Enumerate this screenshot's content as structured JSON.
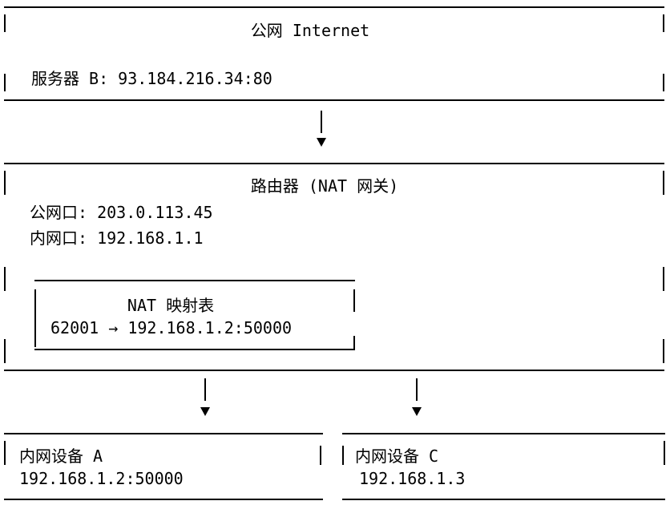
{
  "internet": {
    "title": "公网 Internet",
    "server": "服务器 B: 93.184.216.34:80"
  },
  "router": {
    "title": "路由器 (NAT 网关)",
    "wan": "公网口: 203.0.113.45",
    "lan": "内网口: 192.168.1.1",
    "nat_table": {
      "title": "NAT 映射表",
      "entry": "62001 → 192.168.1.2:50000"
    }
  },
  "device_a": {
    "title": "内网设备 A",
    "address": "192.168.1.2:50000"
  },
  "device_c": {
    "title": "内网设备 C",
    "address": "192.168.1.3"
  }
}
